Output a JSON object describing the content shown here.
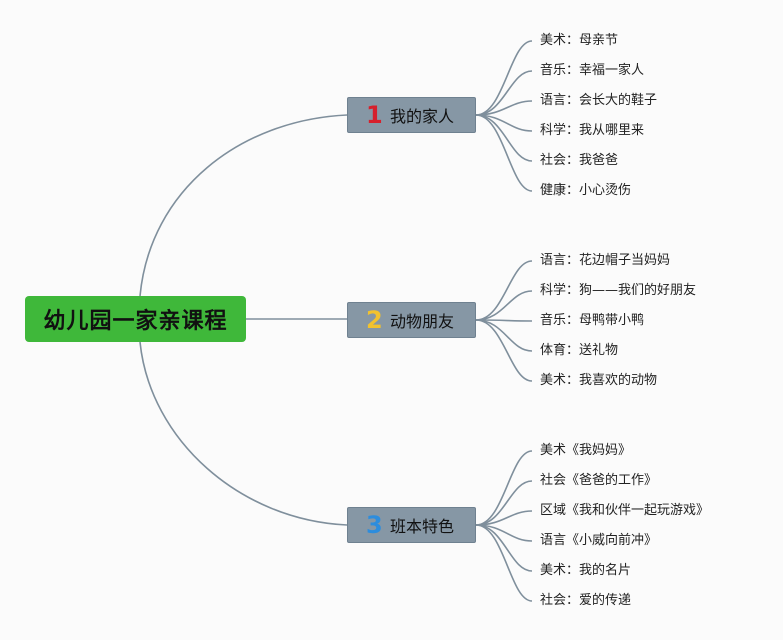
{
  "root": {
    "label": "幼儿园一家亲课程"
  },
  "colors": {
    "root": "#3fb83a",
    "branch": "#8697a5",
    "line": "#7f8f9c",
    "num1": "#d6202c",
    "num2": "#f2c22e",
    "num3": "#2d8ddd"
  },
  "branches": [
    {
      "number": "1",
      "label": "我的家人",
      "leaves": [
        "美术：母亲节",
        "音乐：幸福一家人",
        "语言：会长大的鞋子",
        "科学：我从哪里来",
        "社会：我爸爸",
        "健康：小心烫伤"
      ]
    },
    {
      "number": "2",
      "label": "动物朋友",
      "leaves": [
        "语言：花边帽子当妈妈",
        "科学：狗——我们的好朋友",
        "音乐：母鸭带小鸭",
        "体育：送礼物",
        "美术：我喜欢的动物"
      ]
    },
    {
      "number": "3",
      "label": "班本特色",
      "leaves": [
        "美术《我妈妈》",
        "社会《爸爸的工作》",
        "区域《我和伙伴一起玩游戏》",
        "语言《小威向前冲》",
        "美术：我的名片",
        "社会：爱的传递"
      ]
    }
  ]
}
